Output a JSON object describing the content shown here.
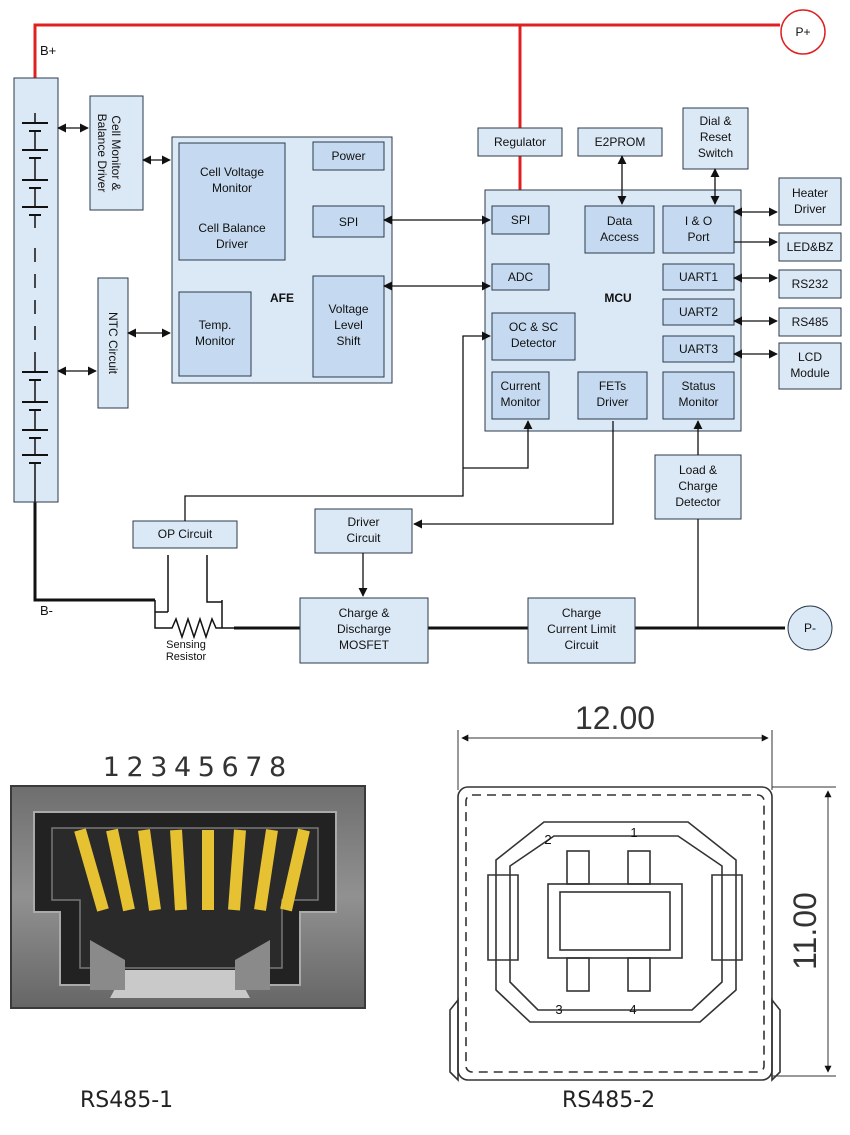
{
  "power": {
    "b_plus": "B+",
    "b_minus": "B-",
    "p_plus": "P+",
    "p_minus": "P-"
  },
  "blocks": {
    "cell_monitor": "Cell Monitor & Balance Driver",
    "ntc": "NTC Circuit",
    "afe": {
      "title": "AFE",
      "cell_voltage_1": "Cell Voltage",
      "cell_voltage_2": "Monitor",
      "cell_balance_1": "Cell Balance",
      "cell_balance_2": "Driver",
      "power": "Power",
      "spi": "SPI",
      "temp_1": "Temp.",
      "temp_2": "Monitor",
      "vls_1": "Voltage",
      "vls_2": "Level",
      "vls_3": "Shift"
    },
    "regulator": "Regulator",
    "e2prom": "E2PROM",
    "dial_1": "Dial &",
    "dial_2": "Reset",
    "dial_3": "Switch",
    "mcu": {
      "title": "MCU",
      "spi": "SPI",
      "data_1": "Data",
      "data_2": "Access",
      "io_1": "I & O",
      "io_2": "Port",
      "adc": "ADC",
      "uart1": "UART1",
      "uart2": "UART2",
      "uart3": "UART3",
      "ocsc_1": "OC & SC",
      "ocsc_2": "Detector",
      "curr_1": "Current",
      "curr_2": "Monitor",
      "fets_1": "FETs",
      "fets_2": "Driver",
      "status_1": "Status",
      "status_2": "Monitor"
    },
    "heater_1": "Heater",
    "heater_2": "Driver",
    "ledbz": "LED&BZ",
    "rs232": "RS232",
    "rs485": "RS485",
    "lcd_1": "LCD",
    "lcd_2": "Module",
    "load_1": "Load &",
    "load_2": "Charge",
    "load_3": "Detector",
    "op_circuit": "OP Circuit",
    "driver_1": "Driver",
    "driver_2": "Circuit",
    "chg_1": "Charge &",
    "chg_2": "Discharge",
    "chg_3": "MOSFET",
    "ccl_1": "Charge",
    "ccl_2": "Current Limit",
    "ccl_3": "Circuit",
    "sense_1": "Sensing",
    "sense_2": "Resistor"
  },
  "connector1": {
    "pins": "1 2 3 4 5 6 7 8",
    "caption": "RS485-1"
  },
  "connector2": {
    "width_dim": "12.00",
    "height_dim": "11.00",
    "pin1": "1",
    "pin2": "2",
    "pin3": "3",
    "pin4": "4",
    "caption": "RS485-2"
  },
  "colors": {
    "box_fill": "#dbe8f6",
    "box_stroke": "#2b3a4a",
    "power_line": "#e02020",
    "pin_gold": "#e6c232"
  }
}
